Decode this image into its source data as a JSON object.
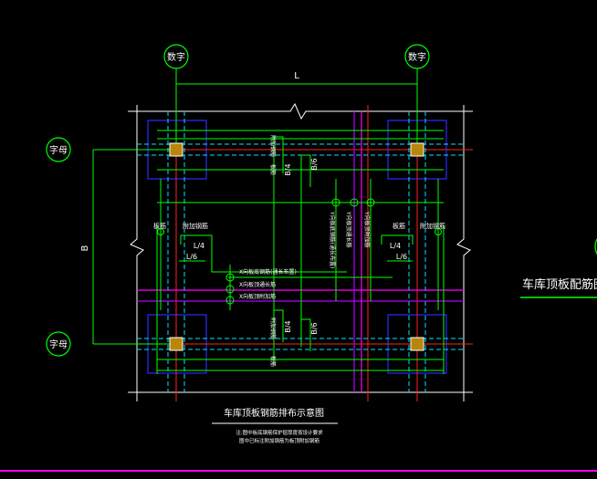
{
  "grid_labels": {
    "top_left": "数字",
    "top_right": "数字",
    "left_top": "字母",
    "left_bottom": "字母"
  },
  "dimensions": {
    "span_x": "L",
    "span_y": "B",
    "top_l4": "B/4",
    "top_l6": "B/6",
    "bottom_l4": "B/4",
    "bottom_l6": "B/6",
    "left_l4": "L/4",
    "left_l6": "L/6",
    "right_l4": "L/4",
    "right_l6": "L/6"
  },
  "annotations": {
    "top_rebar": "附加钢筋",
    "top_slab": "板筋",
    "left_slab": "板筋",
    "left_rebar": "附加钢筋",
    "right_slab": "板筋",
    "right_rebar": "附加钢筋",
    "bottom_rebar": "附加钢筋",
    "bottom_slab": "板筋",
    "y_rebar_1": "Y向板底钢筋(通长布置)",
    "y_rebar_2": "Y向板顶通长筋",
    "y_rebar_3": "Y向板顶附加筋",
    "x_rebar_1": "X向板底钢筋(通长布置)",
    "x_rebar_2": "X向板顶通长筋",
    "x_rebar_3": "X向板顶附加筋"
  },
  "title": "车库顶板钢筋排布示意图",
  "notes": [
    "注:图中板底钢筋保护层厚度按设计要求",
    "图中已标注附加钢筋为板顶附加钢筋"
  ],
  "side_title": "车库顶板配筋图",
  "colors": {
    "background": "#000000",
    "frame": "#ffffff",
    "rebar_green": "#00ff00",
    "axis_red": "#ff0000",
    "dash_cyan": "#00ffff",
    "column_blue": "#0000ff",
    "strip_magenta": "#ff00ff",
    "purple": "#b000ff",
    "column_fill": "#b8860b"
  }
}
